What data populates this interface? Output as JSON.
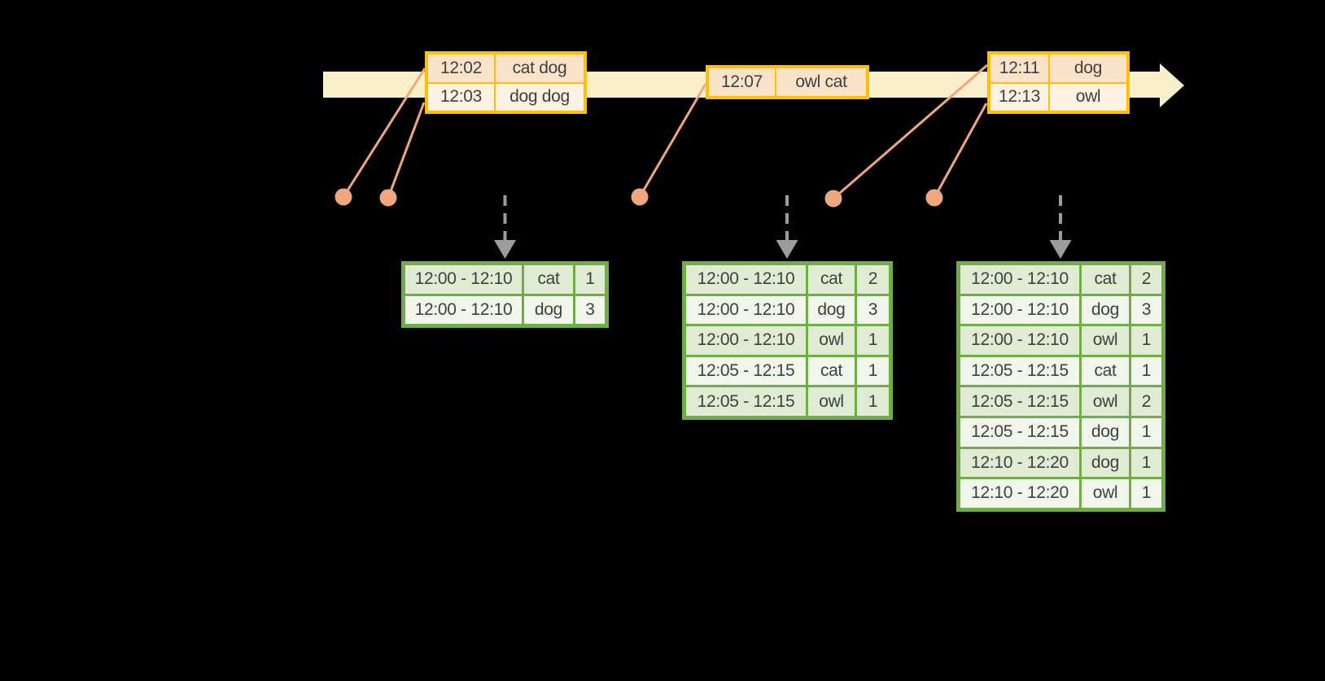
{
  "colors": {
    "background": "#000000",
    "timeline_band": "#FAEFCB",
    "event_table_border": "#FFC000",
    "event_row_dark": "#FAE3C8",
    "event_row_light": "#FDF2E4",
    "connector_orange": "#F0A77E",
    "trigger_gray": "#9C9C9C",
    "result_table_border": "#70AD47",
    "result_row_dark": "#DFEBD3",
    "result_row_light": "#F1F6ED",
    "text": "#3F3F3F"
  },
  "event_tables": [
    {
      "rows": [
        [
          "12:02",
          "cat dog"
        ],
        [
          "12:03",
          "dog dog"
        ]
      ]
    },
    {
      "rows": [
        [
          "12:07",
          "owl cat"
        ]
      ]
    },
    {
      "rows": [
        [
          "12:11",
          "dog"
        ],
        [
          "12:13",
          "owl"
        ]
      ]
    }
  ],
  "result_tables": [
    {
      "rows": [
        [
          "12:00 - 12:10",
          "cat",
          "1"
        ],
        [
          "12:00 - 12:10",
          "dog",
          "3"
        ]
      ]
    },
    {
      "rows": [
        [
          "12:00 - 12:10",
          "cat",
          "2"
        ],
        [
          "12:00 - 12:10",
          "dog",
          "3"
        ],
        [
          "12:00 - 12:10",
          "owl",
          "1"
        ],
        [
          "12:05 - 12:15",
          "cat",
          "1"
        ],
        [
          "12:05 - 12:15",
          "owl",
          "1"
        ]
      ]
    },
    {
      "rows": [
        [
          "12:00 - 12:10",
          "cat",
          "2"
        ],
        [
          "12:00 - 12:10",
          "dog",
          "3"
        ],
        [
          "12:00 - 12:10",
          "owl",
          "1"
        ],
        [
          "12:05 - 12:15",
          "cat",
          "1"
        ],
        [
          "12:05 - 12:15",
          "owl",
          "2"
        ],
        [
          "12:05 - 12:15",
          "dog",
          "1"
        ],
        [
          "12:10 - 12:20",
          "dog",
          "1"
        ],
        [
          "12:10 - 12:20",
          "owl",
          "1"
        ]
      ]
    }
  ]
}
